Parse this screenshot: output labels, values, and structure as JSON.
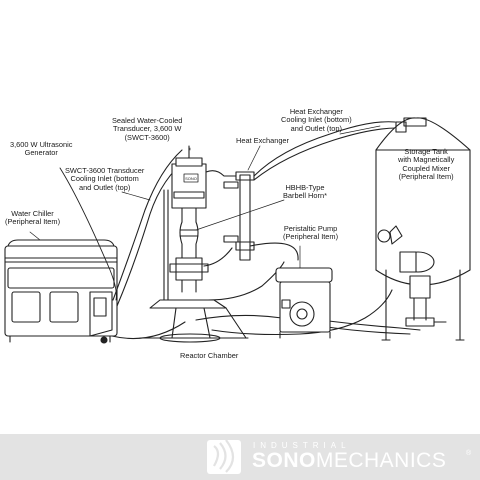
{
  "labels": {
    "generator": [
      "3,600 W Ultrasonic",
      "Generator"
    ],
    "transducer": [
      "Sealed Water-Cooled",
      "Transducer, 3,600 W",
      "(SWCT-3600)"
    ],
    "hx_inlet": [
      "Heat Exchanger",
      "Cooling Inlet (bottom)",
      "and Outlet (top)"
    ],
    "storage_tank": [
      "Storage Tank",
      "with Magnetically",
      "Coupled Mixer",
      "(Peripheral Item)"
    ],
    "heat_exchanger": [
      "Heat Exchanger"
    ],
    "swct_inlet": [
      "SWCT-3600 Transducer",
      "Cooling Inlet (bottom",
      "and Outlet (top)"
    ],
    "horn": [
      "HBHB-Type",
      "Barbell Horn*"
    ],
    "water_chiller": [
      "Water Chiller",
      "(Peripheral Item)"
    ],
    "pump": [
      "Peristaltic Pump",
      "(Peripheral Item)"
    ],
    "reactor": [
      "Reactor Chamber"
    ]
  },
  "brand": {
    "top": "INDUSTRIAL",
    "name_bold": "SONO",
    "name_light": "MECHANICS",
    "mark": "®"
  }
}
